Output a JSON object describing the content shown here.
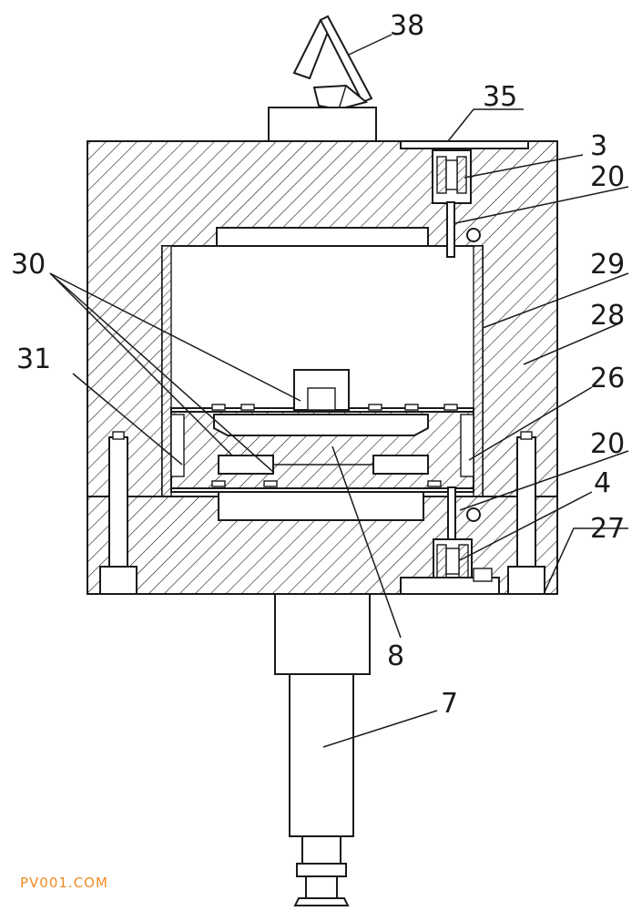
{
  "watermark": "PV001.COM",
  "callouts": [
    {
      "id": "38",
      "text": "38"
    },
    {
      "id": "35",
      "text": "35"
    },
    {
      "id": "3",
      "text": "3"
    },
    {
      "id": "20a",
      "text": "20"
    },
    {
      "id": "30",
      "text": "30"
    },
    {
      "id": "29",
      "text": "29"
    },
    {
      "id": "28",
      "text": "28"
    },
    {
      "id": "31",
      "text": "31"
    },
    {
      "id": "26",
      "text": "26"
    },
    {
      "id": "20b",
      "text": "20"
    },
    {
      "id": "4",
      "text": "4"
    },
    {
      "id": "27",
      "text": "27"
    },
    {
      "id": "8",
      "text": "8"
    },
    {
      "id": "7",
      "text": "7"
    }
  ]
}
